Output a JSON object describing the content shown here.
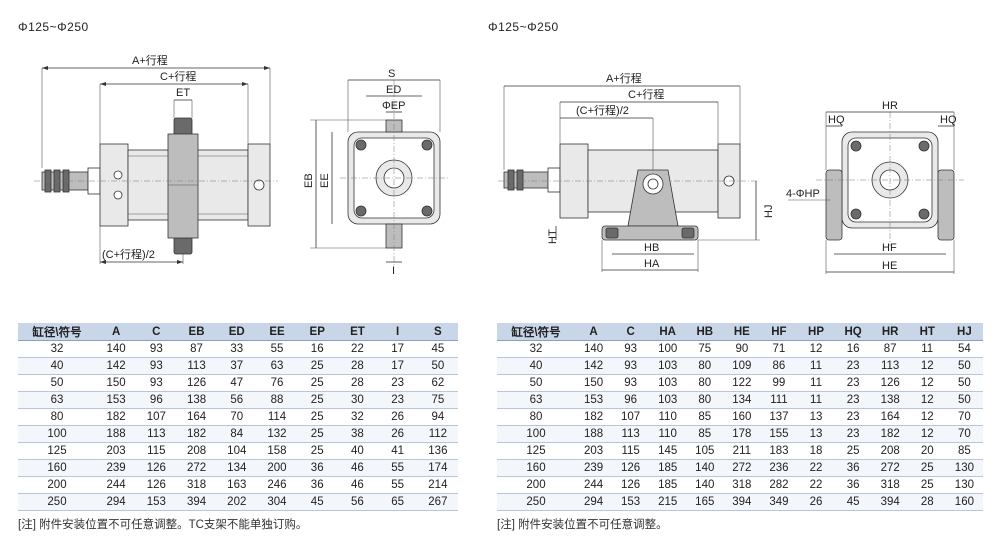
{
  "left": {
    "range_label": "Φ125~Φ250",
    "dimension_labels": {
      "a": "A+行程",
      "c": "C+行程",
      "et": "ET",
      "half_c": "(C+行程)/2",
      "s": "S",
      "ed": "ED",
      "ep": "ΦEP",
      "eb": "EB",
      "ee": "EE",
      "i": "I"
    },
    "table": {
      "headers": [
        "缸径\\符号",
        "A",
        "C",
        "EB",
        "ED",
        "EE",
        "EP",
        "ET",
        "I",
        "S"
      ],
      "rows": [
        [
          "32",
          "140",
          "93",
          "87",
          "33",
          "55",
          "16",
          "22",
          "17",
          "45"
        ],
        [
          "40",
          "142",
          "93",
          "113",
          "37",
          "63",
          "25",
          "28",
          "17",
          "50"
        ],
        [
          "50",
          "150",
          "93",
          "126",
          "47",
          "76",
          "25",
          "28",
          "23",
          "62"
        ],
        [
          "63",
          "153",
          "96",
          "138",
          "56",
          "88",
          "25",
          "30",
          "23",
          "75"
        ],
        [
          "80",
          "182",
          "107",
          "164",
          "70",
          "114",
          "25",
          "32",
          "26",
          "94"
        ],
        [
          "100",
          "188",
          "113",
          "182",
          "84",
          "132",
          "25",
          "38",
          "26",
          "112"
        ],
        [
          "125",
          "203",
          "115",
          "208",
          "104",
          "158",
          "25",
          "40",
          "41",
          "136"
        ],
        [
          "160",
          "239",
          "126",
          "272",
          "134",
          "200",
          "36",
          "46",
          "55",
          "174"
        ],
        [
          "200",
          "244",
          "126",
          "318",
          "163",
          "246",
          "36",
          "46",
          "55",
          "214"
        ],
        [
          "250",
          "294",
          "153",
          "394",
          "202",
          "304",
          "45",
          "56",
          "65",
          "267"
        ]
      ]
    },
    "note": "[注] 附件安装位置不可任意调整。TC支架不能单独订购。"
  },
  "right": {
    "range_label": "Φ125~Φ250",
    "dimension_labels": {
      "a": "A+行程",
      "c": "C+行程",
      "half_c": "(C+行程)/2",
      "ht": "HT",
      "hb": "HB",
      "ha": "HA",
      "hj": "HJ",
      "hr": "HR",
      "hq_left": "HQ",
      "hq_right": "HQ",
      "hp": "4-ΦHP",
      "hf": "HF",
      "he": "HE"
    },
    "table": {
      "headers": [
        "缸径\\符号",
        "A",
        "C",
        "HA",
        "HB",
        "HE",
        "HF",
        "HP",
        "HQ",
        "HR",
        "HT",
        "HJ"
      ],
      "rows": [
        [
          "32",
          "140",
          "93",
          "100",
          "75",
          "90",
          "71",
          "12",
          "16",
          "87",
          "11",
          "54"
        ],
        [
          "40",
          "142",
          "93",
          "103",
          "80",
          "109",
          "86",
          "11",
          "23",
          "113",
          "12",
          "50"
        ],
        [
          "50",
          "150",
          "93",
          "103",
          "80",
          "122",
          "99",
          "11",
          "23",
          "126",
          "12",
          "50"
        ],
        [
          "63",
          "153",
          "96",
          "103",
          "80",
          "134",
          "111",
          "11",
          "23",
          "138",
          "12",
          "50"
        ],
        [
          "80",
          "182",
          "107",
          "110",
          "85",
          "160",
          "137",
          "13",
          "23",
          "164",
          "12",
          "70"
        ],
        [
          "100",
          "188",
          "113",
          "110",
          "85",
          "178",
          "155",
          "13",
          "23",
          "182",
          "12",
          "70"
        ],
        [
          "125",
          "203",
          "115",
          "145",
          "105",
          "211",
          "183",
          "18",
          "25",
          "208",
          "20",
          "85"
        ],
        [
          "160",
          "239",
          "126",
          "185",
          "140",
          "272",
          "236",
          "22",
          "36",
          "272",
          "25",
          "130"
        ],
        [
          "200",
          "244",
          "126",
          "185",
          "140",
          "318",
          "282",
          "22",
          "36",
          "318",
          "25",
          "130"
        ],
        [
          "250",
          "294",
          "153",
          "215",
          "165",
          "394",
          "349",
          "26",
          "45",
          "394",
          "28",
          "160"
        ]
      ]
    },
    "note": "[注] 附件安装位置不可任意调整。"
  }
}
